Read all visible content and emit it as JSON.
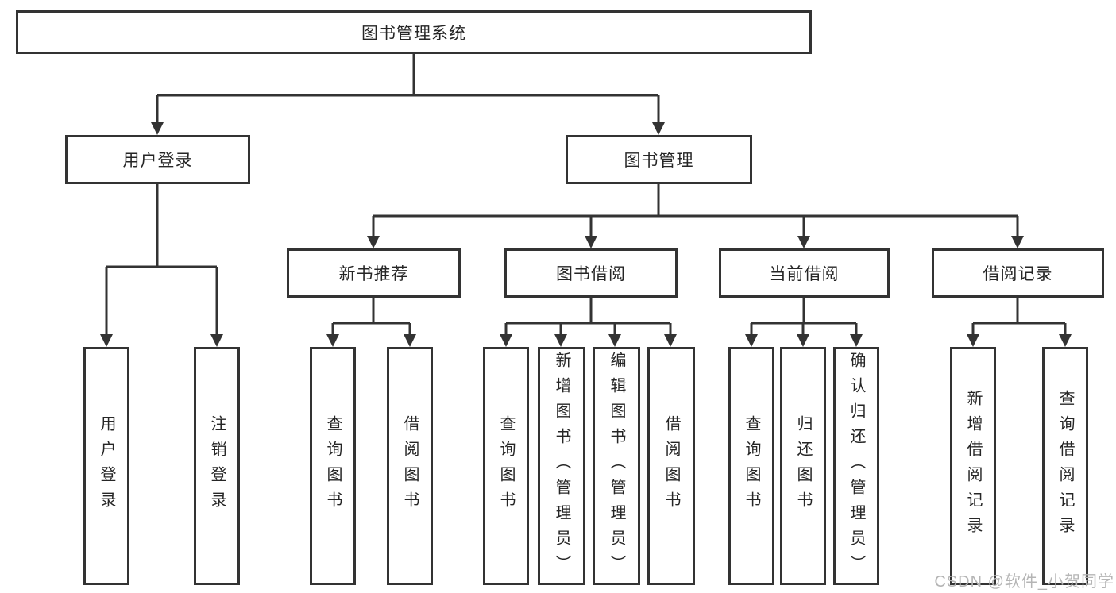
{
  "root": {
    "label": "图书管理系统"
  },
  "level2": {
    "user_login": {
      "label": "用户登录"
    },
    "book_mgmt": {
      "label": "图书管理"
    }
  },
  "level3": {
    "new_book_rec": {
      "label": "新书推荐"
    },
    "book_borrow": {
      "label": "图书借阅"
    },
    "current_borrow": {
      "label": "当前借阅"
    },
    "borrow_record": {
      "label": "借阅记录"
    }
  },
  "leaves": {
    "login_user_login": {
      "label": "用户登录"
    },
    "login_logout": {
      "label": "注销登录"
    },
    "rec_query_book": {
      "label": "查询图书"
    },
    "rec_borrow_book": {
      "label": "借阅图书"
    },
    "bb_query_book": {
      "label": "查询图书"
    },
    "bb_add_book_admin": {
      "label": "新增图书（管理员）"
    },
    "bb_edit_book_admin": {
      "label": "编辑图书（管理员）"
    },
    "bb_borrow_book": {
      "label": "借阅图书"
    },
    "cur_query_book": {
      "label": "查询图书"
    },
    "cur_return_book": {
      "label": "归还图书"
    },
    "cur_confirm_return_admin": {
      "label": "确认归还（管理员）"
    },
    "log_add_record": {
      "label": "新增借阅记录"
    },
    "log_query_record": {
      "label": "查询借阅记录"
    }
  },
  "watermark": {
    "text": "CSDN @软件_小贺同学"
  },
  "colors": {
    "line": "#333333",
    "text": "#262626",
    "watermark": "#b5b5b5",
    "background": "#ffffff"
  }
}
